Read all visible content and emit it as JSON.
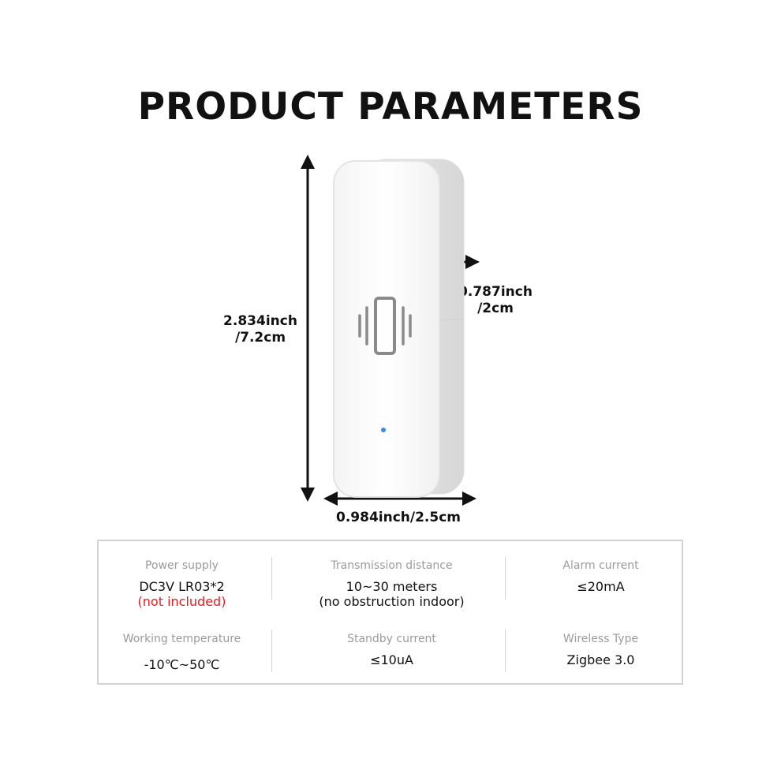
{
  "title": "PRODUCT PARAMETERS",
  "dimensions": {
    "height_label_1": "2.834inch",
    "height_label_2": "/7.2cm",
    "depth_label_1": "0.787inch",
    "depth_label_2": "/2cm",
    "width_label": "0.984inch/2.5cm"
  },
  "device": {
    "icon": "vibration-icon",
    "led_color": "#3a8be8",
    "body_color": "#ffffff"
  },
  "params": [
    {
      "label": "Power supply",
      "value": "DC3V LR03*2",
      "note": "(not included)"
    },
    {
      "label": "Transmission distance",
      "value": "10~30 meters",
      "note": "(no obstruction indoor)"
    },
    {
      "label": "Alarm current",
      "value": "≤20mA",
      "note": ""
    },
    {
      "label": "Working temperature",
      "value": "-10℃~50℃",
      "note": ""
    },
    {
      "label": "Standby current",
      "value": "≤10uA",
      "note": ""
    },
    {
      "label": "Wireless Type",
      "value": "Zigbee 3.0",
      "note": ""
    }
  ],
  "colors": {
    "note_red": "#e02020",
    "label_gray": "#9b9b9b",
    "border_gray": "#d3d3d3"
  }
}
